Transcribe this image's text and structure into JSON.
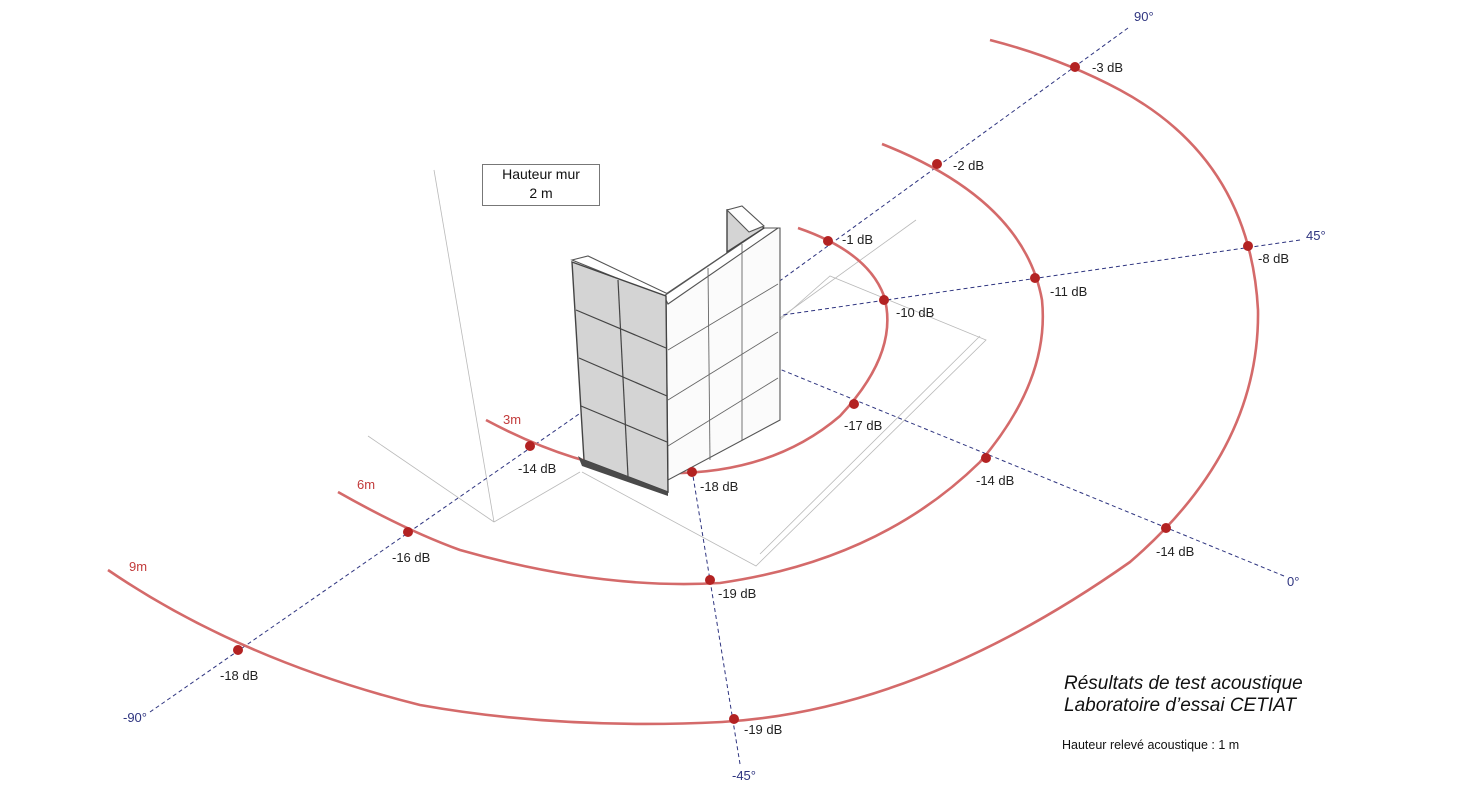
{
  "wall_label": {
    "line1": "Hauteur mur",
    "line2": "2 m"
  },
  "caption": {
    "line1": "Résultats de test acoustique",
    "line2": "Laboratoire d’essai CETIAT"
  },
  "measurement_height": "Hauteur relevé acoustique : 1 m",
  "colors": {
    "arc": "#d46a6a",
    "point": "#b32222",
    "ray": "#2f3580",
    "distance_label": "#c23b3b"
  },
  "angles": [
    {
      "label": "90°"
    },
    {
      "label": "45°"
    },
    {
      "label": "0°"
    },
    {
      "label": "-45°"
    },
    {
      "label": "-90°"
    }
  ],
  "distances": [
    {
      "label": "3m",
      "readings": [
        {
          "angle": "90°",
          "value": "-1 dB"
        },
        {
          "angle": "45°",
          "value": "-10 dB"
        },
        {
          "angle": "0°",
          "value": "-17 dB"
        },
        {
          "angle": "-45°",
          "value": "-18 dB"
        },
        {
          "angle": "-90°",
          "value": "-14 dB"
        }
      ]
    },
    {
      "label": "6m",
      "readings": [
        {
          "angle": "90°",
          "value": "-2 dB"
        },
        {
          "angle": "45°",
          "value": "-11 dB"
        },
        {
          "angle": "0°",
          "value": "-14 dB"
        },
        {
          "angle": "-45°",
          "value": "-19 dB"
        },
        {
          "angle": "-90°",
          "value": "-16 dB"
        }
      ]
    },
    {
      "label": "9m",
      "readings": [
        {
          "angle": "90°",
          "value": "-3 dB"
        },
        {
          "angle": "45°",
          "value": "-8 dB"
        },
        {
          "angle": "0°",
          "value": "-14 dB"
        },
        {
          "angle": "-45°",
          "value": "-19 dB"
        },
        {
          "angle": "-90°",
          "value": "-18 dB"
        }
      ]
    }
  ]
}
